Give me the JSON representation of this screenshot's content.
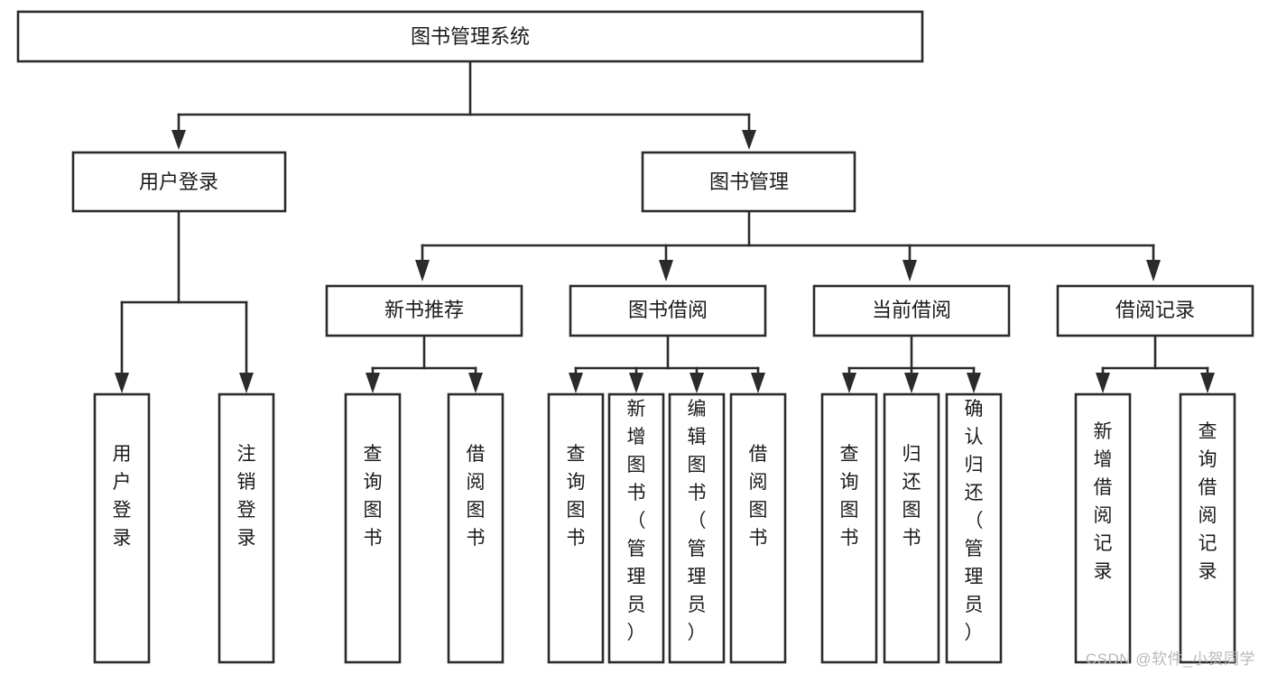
{
  "diagram": {
    "type": "tree-hierarchy-chart",
    "title": "图书管理系统",
    "watermark": "CSDN @软件_小贺同学",
    "colors": {
      "stroke": "#2b2b2b",
      "fill": "#ffffff",
      "text": "#1b1b1b",
      "watermark": "#b9b9b9",
      "background": "#ffffff"
    },
    "nodes": {
      "root": {
        "label": "图书管理系统",
        "orientation": "horizontal",
        "level": 1
      },
      "level2": [
        {
          "id": "user-login",
          "label": "用户登录",
          "orientation": "horizontal",
          "level": 2
        },
        {
          "id": "book-management",
          "label": "图书管理",
          "orientation": "horizontal",
          "level": 2
        }
      ],
      "level3": [
        {
          "id": "new-book-recommend",
          "label": "新书推荐",
          "orientation": "horizontal",
          "level": 3,
          "parent": "book-management"
        },
        {
          "id": "book-borrow",
          "label": "图书借阅",
          "orientation": "horizontal",
          "level": 3,
          "parent": "book-management"
        },
        {
          "id": "current-borrow",
          "label": "当前借阅",
          "orientation": "horizontal",
          "level": 3,
          "parent": "book-management"
        },
        {
          "id": "borrow-record",
          "label": "借阅记录",
          "orientation": "horizontal",
          "level": 3,
          "parent": "book-management"
        }
      ],
      "leaves": [
        {
          "id": "leaf-user-login",
          "label": "用户登录",
          "orientation": "vertical",
          "parent": "user-login"
        },
        {
          "id": "leaf-logout-login",
          "label": "注销登录",
          "orientation": "vertical",
          "parent": "user-login"
        },
        {
          "id": "leaf-query-book-1",
          "label": "查询图书",
          "orientation": "vertical",
          "parent": "new-book-recommend"
        },
        {
          "id": "leaf-borrow-book-1",
          "label": "借阅图书",
          "orientation": "vertical",
          "parent": "new-book-recommend"
        },
        {
          "id": "leaf-query-book-2",
          "label": "查询图书",
          "orientation": "vertical",
          "parent": "book-borrow"
        },
        {
          "id": "leaf-add-book",
          "label": "新增图书（管理员）",
          "orientation": "vertical",
          "parent": "book-borrow"
        },
        {
          "id": "leaf-edit-book",
          "label": "编辑图书（管理员）",
          "orientation": "vertical",
          "parent": "book-borrow"
        },
        {
          "id": "leaf-borrow-book-2",
          "label": "借阅图书",
          "orientation": "vertical",
          "parent": "book-borrow"
        },
        {
          "id": "leaf-query-book-3",
          "label": "查询图书",
          "orientation": "vertical",
          "parent": "current-borrow"
        },
        {
          "id": "leaf-return-book",
          "label": "归还图书",
          "orientation": "vertical",
          "parent": "current-borrow"
        },
        {
          "id": "leaf-confirm-return",
          "label": "确认归还（管理员）",
          "orientation": "vertical",
          "parent": "current-borrow"
        },
        {
          "id": "leaf-add-record",
          "label": "新增借阅记录",
          "orientation": "vertical",
          "parent": "borrow-record"
        },
        {
          "id": "leaf-query-record",
          "label": "查询借阅记录",
          "orientation": "vertical",
          "parent": "borrow-record"
        }
      ]
    }
  }
}
